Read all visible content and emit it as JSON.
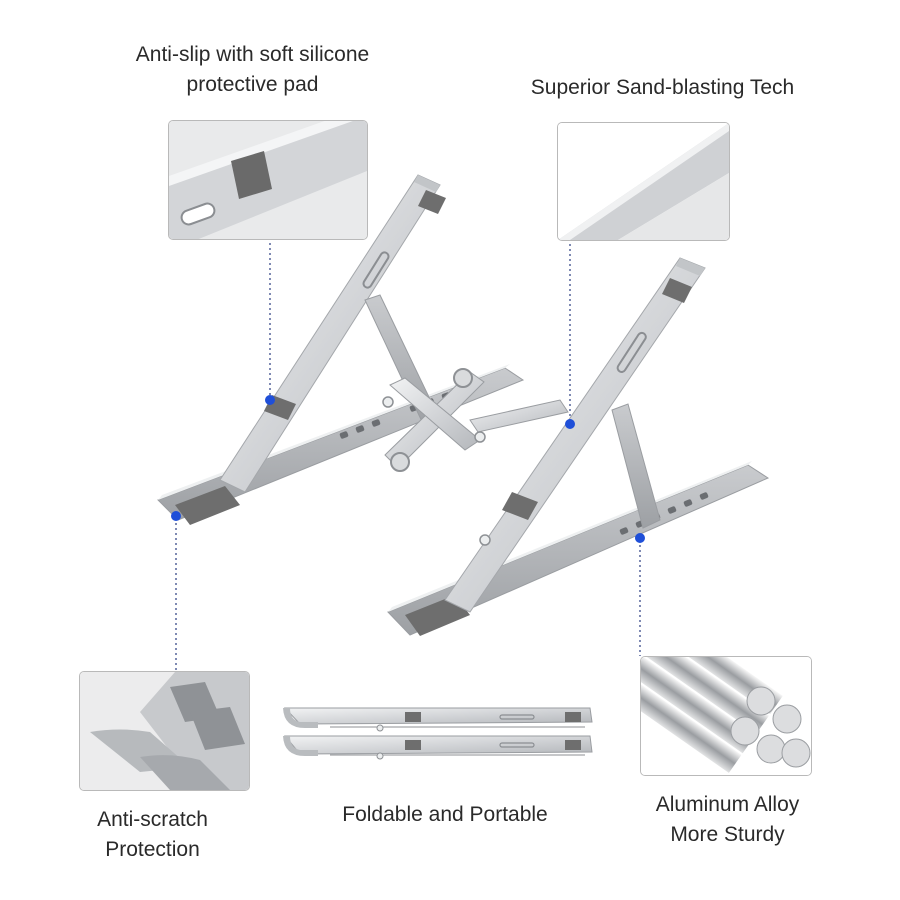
{
  "captions": {
    "anti_slip": [
      "Anti-slip with soft silicone",
      "protective pad"
    ],
    "sand_blasting": [
      "Superior Sand-blasting Tech"
    ],
    "anti_scratch": [
      "Anti-scratch",
      "Protection"
    ],
    "foldable": [
      "Foldable and Portable"
    ],
    "aluminum": [
      "Aluminum Alloy",
      "More Sturdy"
    ]
  },
  "colors": {
    "background": "#ffffff",
    "aluminum": "#d6d8db",
    "aluminum_dark": "#a9acb0",
    "pad": "#6e6e6e",
    "marker": "#1f4fd8",
    "leader_line": "#3a4a8a",
    "inset_border": "#b9b9b9"
  }
}
